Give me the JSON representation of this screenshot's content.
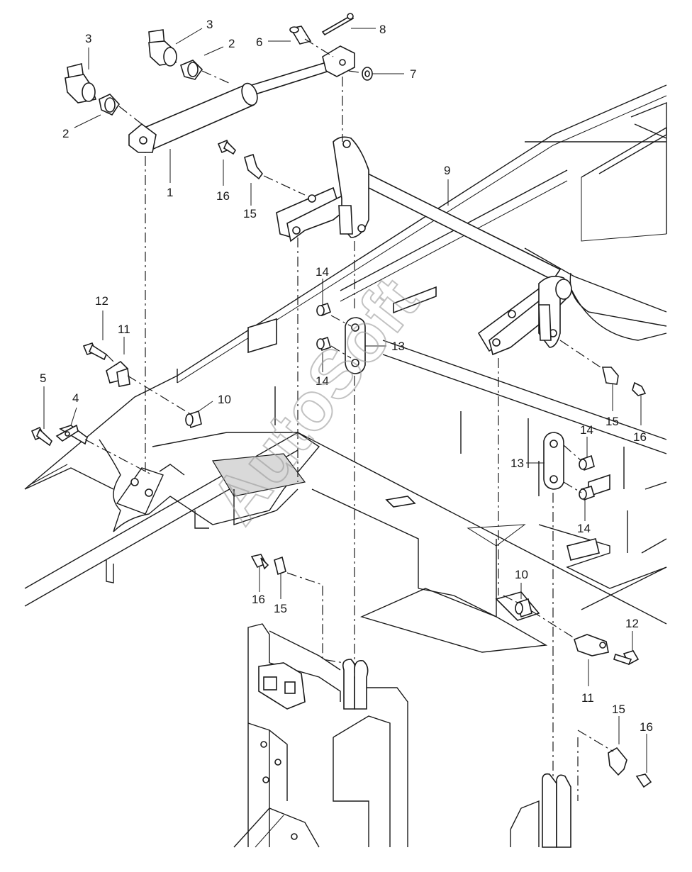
{
  "diagram": {
    "watermark": "AutoSoft",
    "callouts": [
      {
        "id": "c1",
        "label": "1"
      },
      {
        "id": "c2a",
        "label": "2"
      },
      {
        "id": "c2b",
        "label": "2"
      },
      {
        "id": "c3a",
        "label": "3"
      },
      {
        "id": "c3b",
        "label": "3"
      },
      {
        "id": "c4",
        "label": "4"
      },
      {
        "id": "c5",
        "label": "5"
      },
      {
        "id": "c6",
        "label": "6"
      },
      {
        "id": "c7",
        "label": "7"
      },
      {
        "id": "c8",
        "label": "8"
      },
      {
        "id": "c9",
        "label": "9"
      },
      {
        "id": "c10a",
        "label": "10"
      },
      {
        "id": "c10b",
        "label": "10"
      },
      {
        "id": "c11a",
        "label": "11"
      },
      {
        "id": "c11b",
        "label": "11"
      },
      {
        "id": "c12a",
        "label": "12"
      },
      {
        "id": "c12b",
        "label": "12"
      },
      {
        "id": "c13a",
        "label": "13"
      },
      {
        "id": "c13b",
        "label": "13"
      },
      {
        "id": "c14a",
        "label": "14"
      },
      {
        "id": "c14b",
        "label": "14"
      },
      {
        "id": "c14c",
        "label": "14"
      },
      {
        "id": "c14d",
        "label": "14"
      },
      {
        "id": "c15a",
        "label": "15"
      },
      {
        "id": "c15b",
        "label": "15"
      },
      {
        "id": "c15c",
        "label": "15"
      },
      {
        "id": "c15d",
        "label": "15"
      },
      {
        "id": "c16a",
        "label": "16"
      },
      {
        "id": "c16b",
        "label": "16"
      },
      {
        "id": "c16c",
        "label": "16"
      },
      {
        "id": "c16d",
        "label": "16"
      }
    ]
  }
}
